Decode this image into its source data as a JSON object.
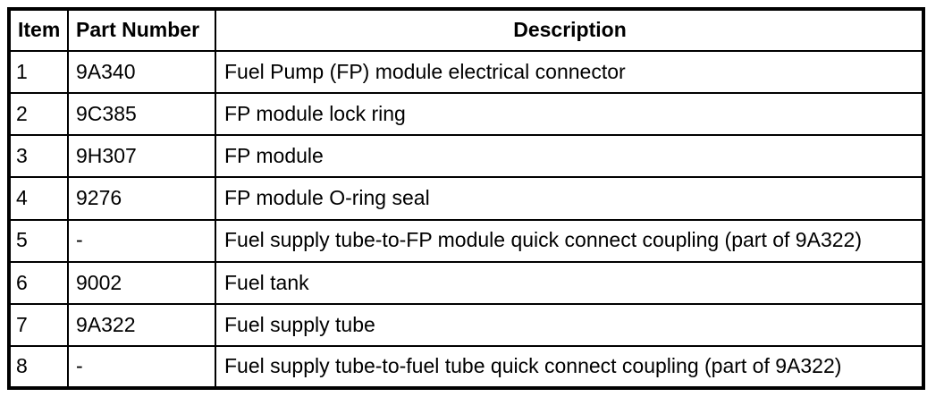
{
  "colors": {
    "border": "#000000",
    "text": "#000000",
    "background": "#ffffff"
  },
  "table": {
    "headers": {
      "item": "Item",
      "part_number": "Part Number",
      "description": "Description"
    },
    "rows": [
      {
        "item": "1",
        "part_number": "9A340",
        "description": "Fuel Pump (FP) module electrical connector"
      },
      {
        "item": "2",
        "part_number": "9C385",
        "description": "FP module lock ring"
      },
      {
        "item": "3",
        "part_number": "9H307",
        "description": "FP module"
      },
      {
        "item": "4",
        "part_number": "9276",
        "description": "FP module O-ring seal"
      },
      {
        "item": "5",
        "part_number": "-",
        "description": "Fuel supply tube-to-FP module quick connect coupling (part of 9A322)"
      },
      {
        "item": "6",
        "part_number": "9002",
        "description": "Fuel tank"
      },
      {
        "item": "7",
        "part_number": "9A322",
        "description": "Fuel supply tube"
      },
      {
        "item": "8",
        "part_number": "-",
        "description": "Fuel supply tube-to-fuel tube quick connect coupling (part of 9A322)"
      }
    ]
  }
}
